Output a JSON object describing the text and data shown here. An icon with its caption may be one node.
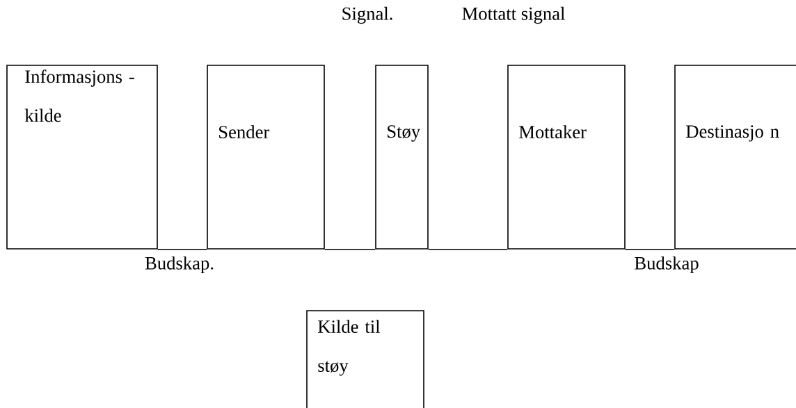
{
  "diagram": {
    "nodes": [
      {
        "text": [
          "Informasjons -kilde"
        ]
      },
      {
        "text": [
          "Sender"
        ]
      },
      {
        "text": [
          "Støy"
        ]
      },
      {
        "text": [
          "Mottaker"
        ]
      },
      {
        "text": [
          "Destinasjo n"
        ]
      },
      {
        "text": [
          "Kilde til støy"
        ]
      }
    ],
    "edges": [
      {
        "from": 0,
        "to": 1,
        "arrow": "none"
      },
      {
        "from": 1,
        "to": 2,
        "arrow": "none"
      },
      {
        "from": 2,
        "to": 3,
        "arrow": "none"
      },
      {
        "from": 3,
        "to": 4,
        "arrow": "none"
      }
    ],
    "labels": [
      "Signal.",
      "Mottatt signal",
      "Budskap.",
      "Budskap"
    ]
  }
}
